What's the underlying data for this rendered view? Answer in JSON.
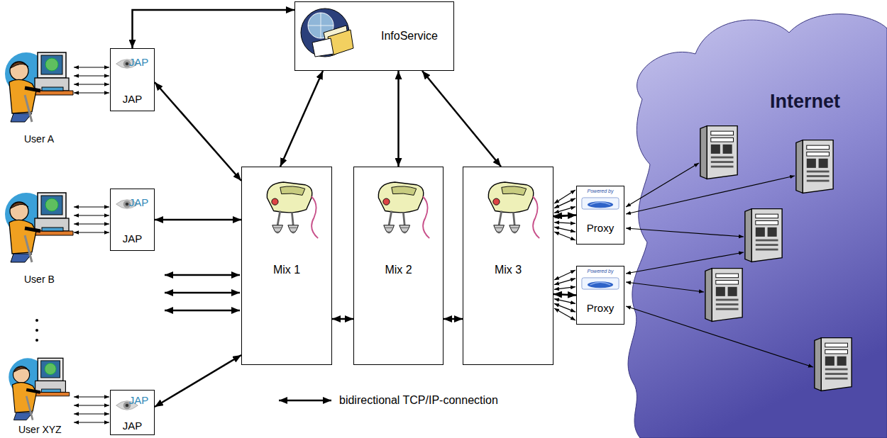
{
  "diagram": {
    "nodes": [
      {
        "text": [
          "InfoService"
        ]
      },
      {
        "text": [
          "JAP",
          "JAP"
        ]
      },
      {
        "text": [
          "JAP",
          "JAP"
        ]
      },
      {
        "text": [
          "JAP",
          "JAP"
        ]
      },
      {
        "text": [
          "Mix 1"
        ]
      },
      {
        "text": [
          "Mix 2"
        ]
      },
      {
        "text": [
          "Mix 3"
        ]
      },
      {
        "text": [
          "Powered by",
          "Proxy"
        ]
      },
      {
        "text": [
          "Powered by",
          "Proxy"
        ]
      }
    ],
    "edges": [
      {
        "from": 0,
        "to": 1,
        "arrow": "both"
      },
      {
        "from": 0,
        "to": 4,
        "arrow": "both"
      },
      {
        "from": 0,
        "to": 5,
        "arrow": "both"
      },
      {
        "from": 0,
        "to": 6,
        "arrow": "both"
      },
      {
        "from": 1,
        "to": 4,
        "arrow": "both"
      },
      {
        "from": 2,
        "to": 4,
        "arrow": "both"
      },
      {
        "from": 3,
        "to": 4,
        "arrow": "both"
      },
      {
        "from": 4,
        "to": 5,
        "arrow": "both"
      },
      {
        "from": 5,
        "to": 6,
        "arrow": "both"
      },
      {
        "from": 6,
        "to": 7,
        "arrow": "both"
      },
      {
        "from": 6,
        "to": 8,
        "arrow": "both"
      }
    ],
    "labels": [
      "User A",
      "User B",
      "User XYZ",
      "Internet"
    ],
    "legend": [
      {
        "text": "bidirectional TCP/IP-connection"
      }
    ]
  }
}
